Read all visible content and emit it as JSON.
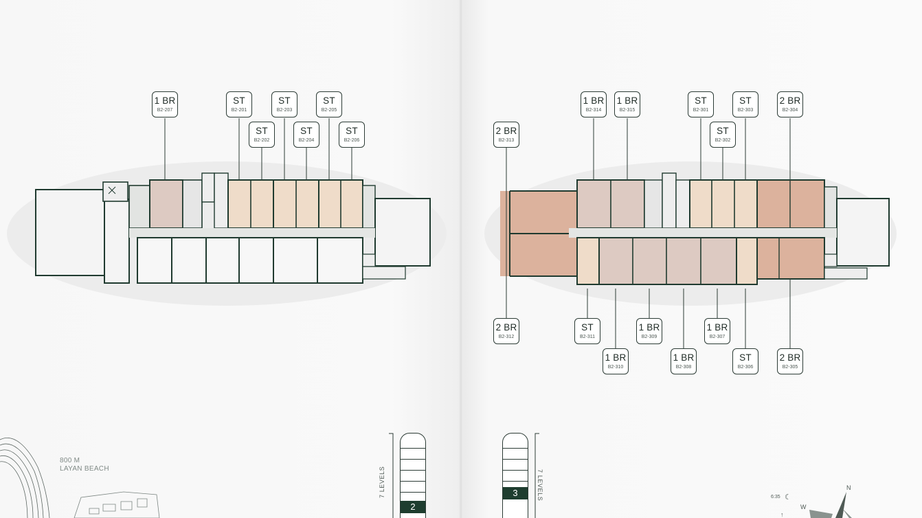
{
  "left_page": {
    "caption_line1": "800 M",
    "caption_line2": "LAYAN BEACH",
    "levels_label": "7 LEVELS",
    "current_floor": "2",
    "units": [
      {
        "type": "1 BR",
        "code": "B2-207"
      },
      {
        "type": "ST",
        "code": "B2-201"
      },
      {
        "type": "ST",
        "code": "B2-203"
      },
      {
        "type": "ST",
        "code": "B2-205"
      },
      {
        "type": "ST",
        "code": "B2-202"
      },
      {
        "type": "ST",
        "code": "B2-204"
      },
      {
        "type": "ST",
        "code": "B2-206"
      }
    ]
  },
  "right_page": {
    "levels_label": "7 LEVELS",
    "current_floor": "3",
    "units": [
      {
        "type": "1 BR",
        "code": "B2-314"
      },
      {
        "type": "1 BR",
        "code": "B2-315"
      },
      {
        "type": "ST",
        "code": "B2-301"
      },
      {
        "type": "ST",
        "code": "B2-303"
      },
      {
        "type": "2 BR",
        "code": "B2-304"
      },
      {
        "type": "2 BR",
        "code": "B2-313"
      },
      {
        "type": "ST",
        "code": "B2-302"
      },
      {
        "type": "2 BR",
        "code": "B2-312"
      },
      {
        "type": "ST",
        "code": "B2-311"
      },
      {
        "type": "1 BR",
        "code": "B2-309"
      },
      {
        "type": "1 BR",
        "code": "B2-307"
      },
      {
        "type": "1 BR",
        "code": "B2-310"
      },
      {
        "type": "1 BR",
        "code": "B2-308"
      },
      {
        "type": "ST",
        "code": "B2-306"
      },
      {
        "type": "2 BR",
        "code": "B2-305"
      }
    ],
    "compass": {
      "north": "N",
      "west": "W",
      "sunrise": "6:35"
    }
  },
  "colors": {
    "wall": "#1f3a2f",
    "studio_fill": "#efdcc9",
    "one_br_fill": "#ddcac2",
    "two_br_fill": "#dcb29d",
    "corridor_fill": "#e4e6e4"
  }
}
